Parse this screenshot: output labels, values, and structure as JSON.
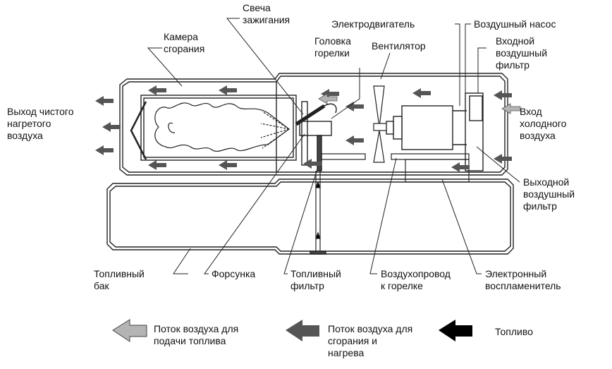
{
  "diagram": {
    "labels": {
      "combustion_chamber": "Камера\nсгорания",
      "spark_plug": "Свеча\nзажигания",
      "burner_head": "Головка\nгорелки",
      "motor": "Электродвигатель",
      "fan": "Вентилятор",
      "air_pump": "Воздушный насос",
      "inlet_air_filter": "Входной\nвоздушный\nфильтр",
      "clean_hot_air_outlet": "Выход чистого\nнагретого\nвоздуха",
      "cold_air_inlet": "Вход\nхолодного\nвоздуха",
      "outlet_air_filter": "Выходной\nвоздушный\nфильтр",
      "fuel_tank": "Топливный\nбак",
      "nozzle": "Форсунка",
      "fuel_filter": "Топливный\nфильтр",
      "burner_air_duct": "Воздухопровод\nк горелке",
      "electronic_igniter": "Электронный\nвоспламенитель"
    },
    "legend": [
      {
        "label": "Поток воздуха для\nподачи топлива",
        "color": "#b4b4b4"
      },
      {
        "label": "Поток воздуха для\nсгорания и\nнагрева",
        "color": "#555555"
      },
      {
        "label": "Топливо",
        "color": "#000000"
      }
    ]
  }
}
